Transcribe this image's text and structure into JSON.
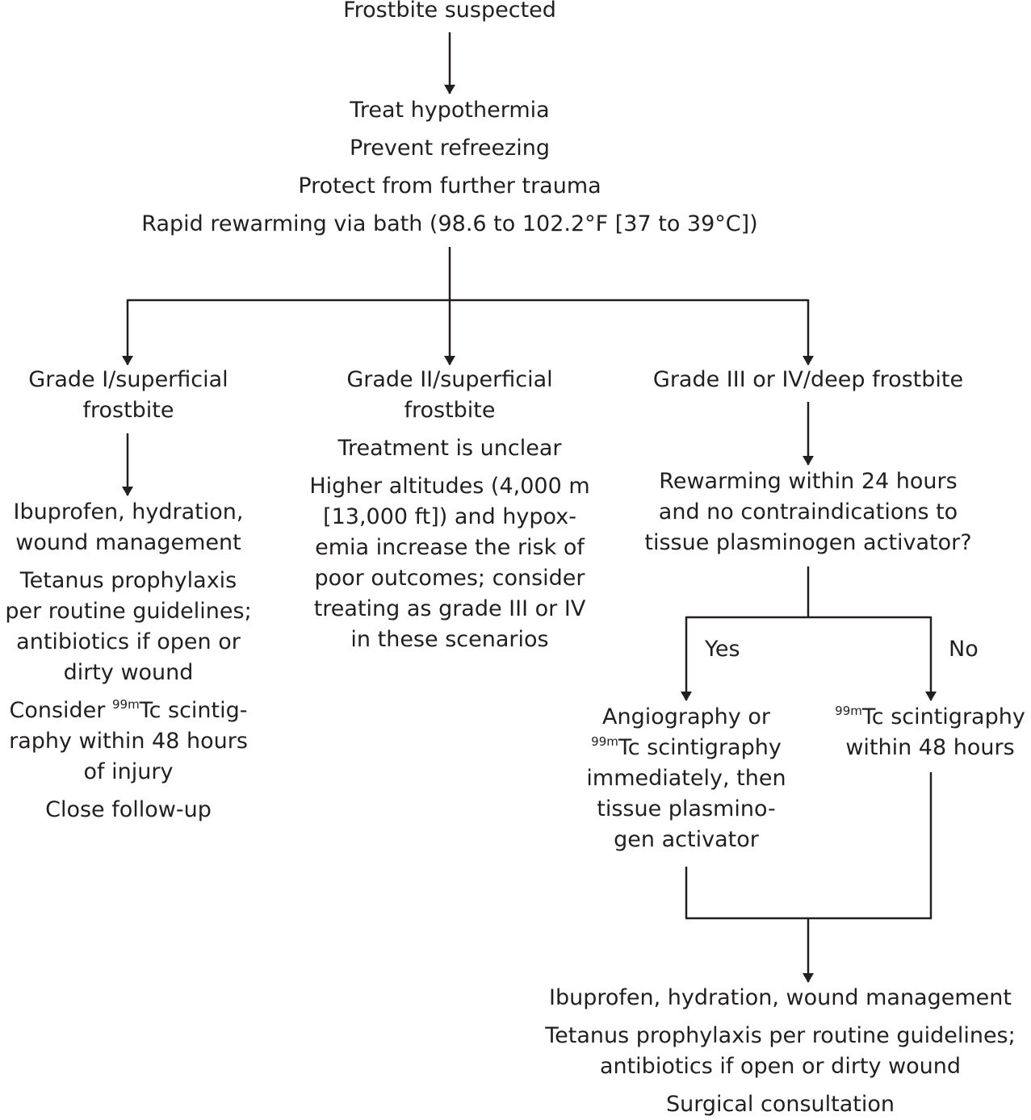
{
  "start": {
    "line1": "Frostbite suspected"
  },
  "initial_steps": {
    "line1": "Treat hypothermia",
    "line2": "Prevent refreezing",
    "line3": "Protect from further trauma",
    "line4": "Rapid rewarming via bath (98.6 to 102.2°F [37 to 39°C])"
  },
  "grade1": {
    "title_l1": "Grade I/superficial",
    "title_l2": "frostbite",
    "mgmt_l1": "Ibuprofen, hydration,",
    "mgmt_l2": "wound management",
    "tetanus_l1": "Tetanus prophylaxis",
    "tetanus_l2": "per routine guidelines;",
    "tetanus_l3": "antibiotics if open or",
    "tetanus_l4": "dirty wound",
    "scint_l1_pre": "Consider ",
    "scint_sup": "99m",
    "scint_l1_post": "Tc scintig-",
    "scint_l2": "raphy within 48 hours",
    "scint_l3": "of injury",
    "followup": "Close follow-up"
  },
  "grade2": {
    "title_l1": "Grade II/superficial",
    "title_l2": "frostbite",
    "treatment": "Treatment is unclear",
    "note_l1": "Higher altitudes (4,000 m",
    "note_l2": "[13,000 ft]) and hypox-",
    "note_l3": "emia increase the risk of",
    "note_l4": "poor outcomes; consider",
    "note_l5": "treating as grade III or IV",
    "note_l6": "in these scenarios"
  },
  "grade34": {
    "title": "Grade III or IV/deep frostbite",
    "question_l1": "Rewarming within 24 hours",
    "question_l2": "and no contraindications to",
    "question_l3": "tissue plasminogen activator?",
    "yes_label": "Yes",
    "no_label": "No",
    "yes_l1": "Angiography or",
    "yes_sup": "99m",
    "yes_l2_post": "Tc scintigraphy",
    "yes_l3": "immediately, then",
    "yes_l4": "tissue plasmino-",
    "yes_l5": "gen activator",
    "no_sup": "99m",
    "no_l1_post": "Tc scintigraphy",
    "no_l2": "within 48 hours",
    "final_l1": "Ibuprofen, hydration, wound management",
    "final_l2": "Tetanus prophylaxis per routine guidelines;",
    "final_l3": "antibiotics if open or dirty wound",
    "final_l4": "Surgical consultation"
  },
  "style": {
    "text_color": "#231f20",
    "line_color": "#231f20",
    "background": "#ffffff"
  }
}
